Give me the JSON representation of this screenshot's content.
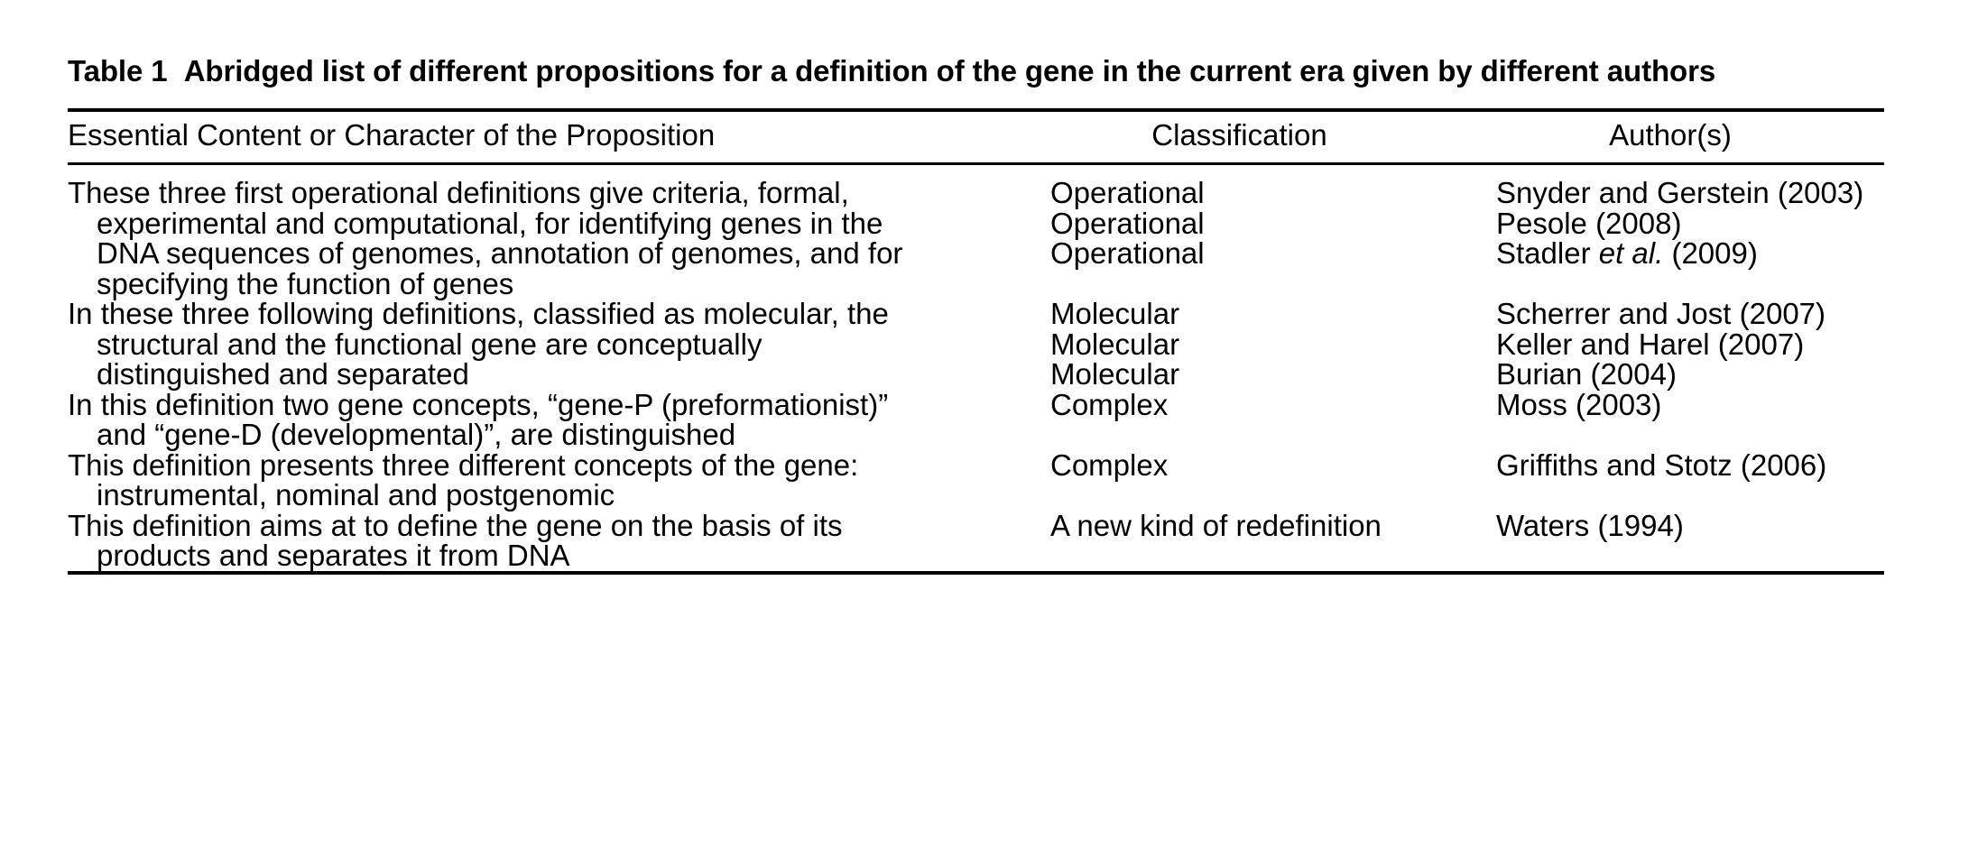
{
  "caption": {
    "label": "Table 1",
    "text": "Abridged list of different propositions for a definition of the gene in the current era given by different authors",
    "full": "Table 1  Abridged list of different propositions for a definition of the gene in the current era given by different authors"
  },
  "columns": [
    {
      "key": "proposition",
      "header": "Essential Content or Character of the Proposition",
      "align": "left"
    },
    {
      "key": "classification",
      "header": "Classification",
      "align": "center"
    },
    {
      "key": "authors",
      "header": "Author(s)",
      "align": "center"
    }
  ],
  "rows": [
    {
      "proposition_lines": [
        "These three first operational definitions give criteria, formal,",
        "experimental and computational, for identifying genes in the",
        "DNA sequences of genomes, annotation of genomes, and for",
        "specifying the function of genes"
      ],
      "proposition": "These three first operational definitions give criteria, formal, experimental and computational, for identifying genes in the DNA sequences of genomes, annotation of genomes, and for specifying the function of genes",
      "entries": [
        {
          "classification": "Operational",
          "author_pre": "Snyder and Gerstein (2003)",
          "author_italic": "",
          "author_post": ""
        },
        {
          "classification": "Operational",
          "author_pre": "Pesole (2008)",
          "author_italic": "",
          "author_post": ""
        },
        {
          "classification": "Operational",
          "author_pre": "Stadler ",
          "author_italic": "et al.",
          "author_post": " (2009)"
        }
      ]
    },
    {
      "proposition_lines": [
        "In these three following definitions, classified as molecular, the",
        "structural and the functional gene are conceptually",
        "distinguished and separated"
      ],
      "proposition": "In these three following definitions, classified as molecular, the structural and the functional gene are conceptually distinguished and separated",
      "entries": [
        {
          "classification": "Molecular",
          "author_pre": "Scherrer and Jost (2007)",
          "author_italic": "",
          "author_post": ""
        },
        {
          "classification": "Molecular",
          "author_pre": "Keller and Harel (2007)",
          "author_italic": "",
          "author_post": ""
        },
        {
          "classification": "Molecular",
          "author_pre": "Burian (2004)",
          "author_italic": "",
          "author_post": ""
        }
      ]
    },
    {
      "proposition_lines": [
        "In this definition two gene concepts, “gene-P (preformationist)”",
        "and “gene-D (developmental)”, are distinguished"
      ],
      "proposition": "In this definition two gene concepts, “gene-P (preformationist)” and “gene-D (developmental)”, are distinguished",
      "entries": [
        {
          "classification": "Complex",
          "author_pre": "Moss (2003)",
          "author_italic": "",
          "author_post": ""
        }
      ]
    },
    {
      "proposition_lines": [
        "This definition presents three different concepts of the gene:",
        "instrumental, nominal and postgenomic"
      ],
      "proposition": "This definition presents three different concepts of the gene: instrumental, nominal and postgenomic",
      "entries": [
        {
          "classification": "Complex",
          "author_pre": "Griffiths and Stotz (2006)",
          "author_italic": "",
          "author_post": ""
        }
      ]
    },
    {
      "proposition_lines": [
        "This definition aims at to define the gene on the basis of its",
        "products and separates it from DNA"
      ],
      "proposition": "This definition aims at to define the gene on the basis of its products and separates it from DNA",
      "entries": [
        {
          "classification": "A new kind of redefinition",
          "author_pre": "Waters (1994)",
          "author_italic": "",
          "author_post": ""
        }
      ]
    }
  ],
  "style": {
    "background": "#ffffff",
    "text_color": "#000000",
    "rule_color": "#000000"
  }
}
